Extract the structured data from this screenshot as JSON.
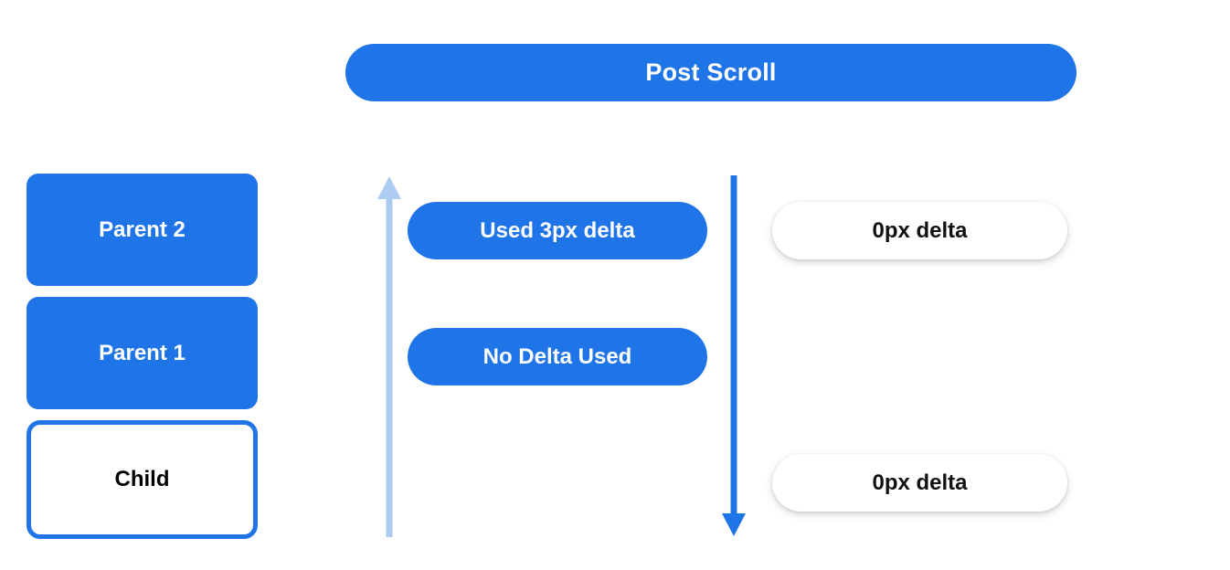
{
  "header": {
    "title": "Post Scroll"
  },
  "colors": {
    "accent_blue": "#1f74e8",
    "light_blue": "#aecbf2",
    "background": "#ffffff",
    "text_dark": "#000000",
    "text_light": "#ffffff"
  },
  "scroll_chain": {
    "boxes": [
      {
        "label": "Parent 2",
        "style": "filled"
      },
      {
        "label": "Parent 1",
        "style": "filled"
      },
      {
        "label": "Child",
        "style": "outlined"
      }
    ]
  },
  "arrows": [
    {
      "name": "bubble-up-arrow",
      "direction": "up",
      "color": "#aecbf2"
    },
    {
      "name": "scroll-down-arrow",
      "direction": "down",
      "color": "#1f74e8"
    }
  ],
  "center_column": {
    "pills": [
      {
        "label": "Used 3px delta"
      },
      {
        "label": "No Delta Used"
      }
    ]
  },
  "right_column": {
    "pills": [
      {
        "label": "0px delta"
      },
      {
        "label": "0px delta"
      }
    ]
  }
}
